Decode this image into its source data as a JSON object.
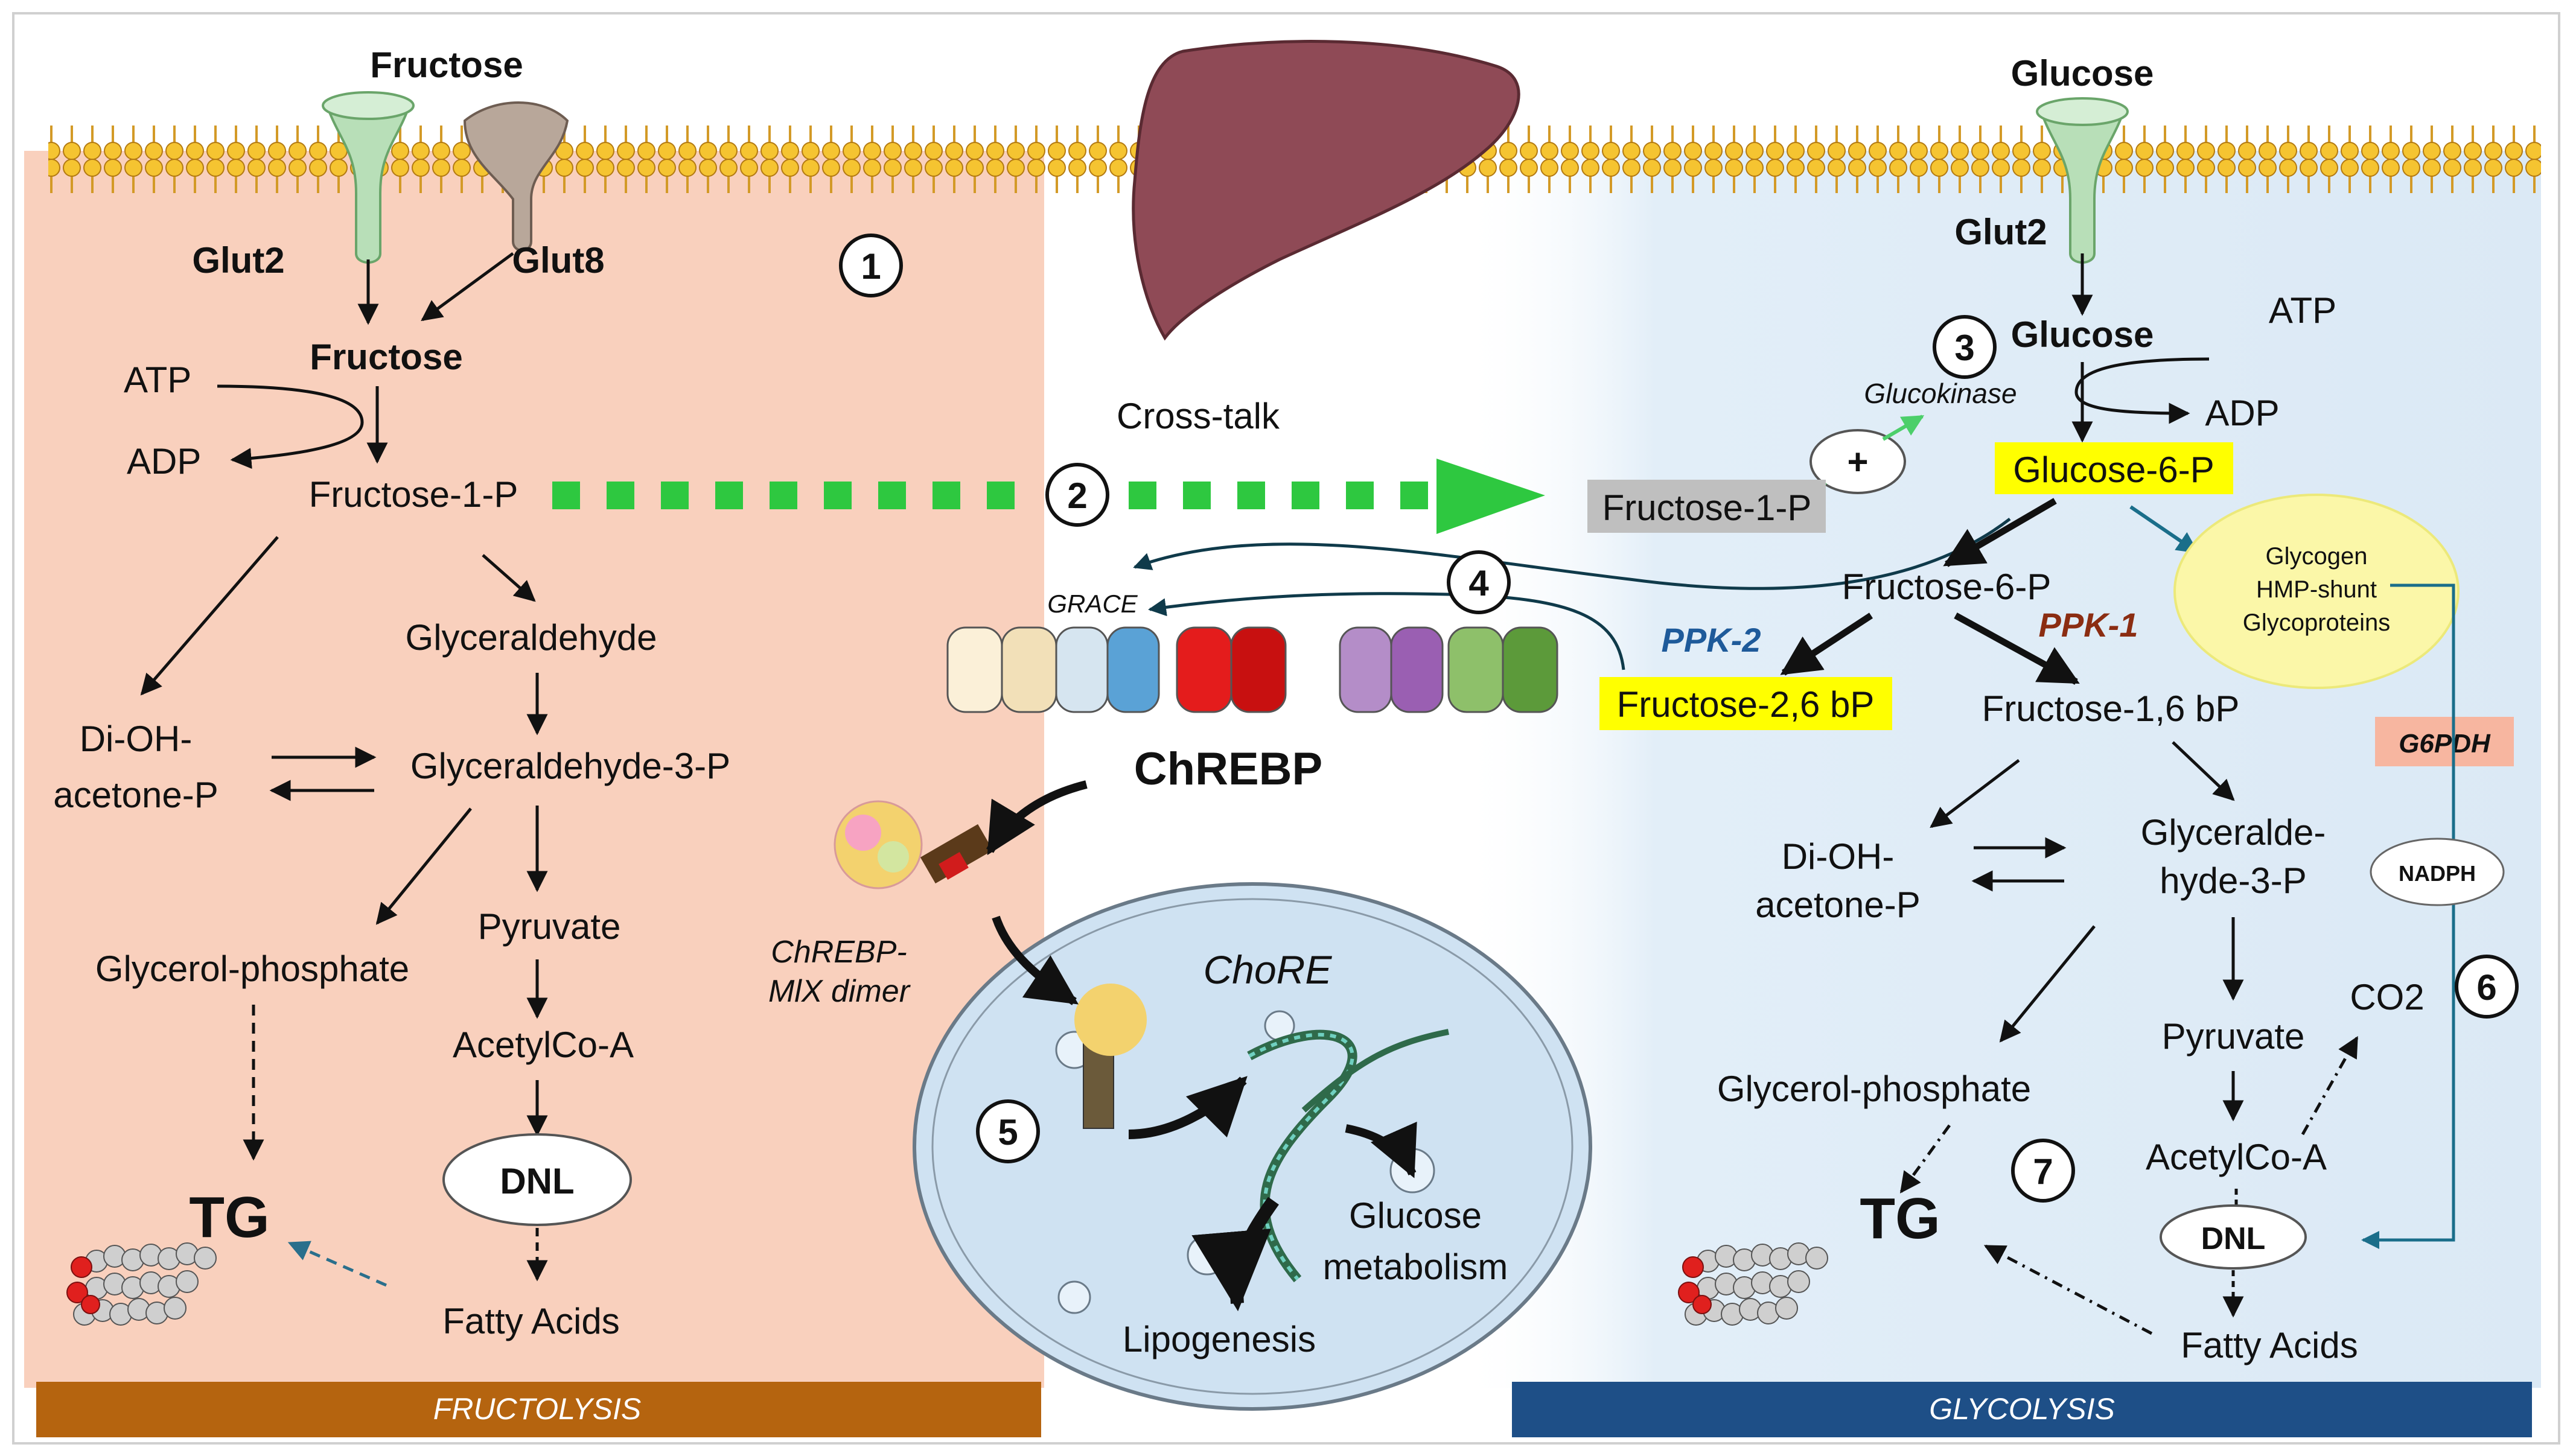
{
  "membrane": {
    "fructose": "Fructose",
    "glucose": "Glucose",
    "glut2_left": "Glut2",
    "glut8": "Glut8",
    "glut2_right": "Glut2"
  },
  "left": {
    "badge": "1",
    "fructose": "Fructose",
    "atp": "ATP",
    "adp": "ADP",
    "f1p": "Fructose-1-P",
    "glyceraldehyde": "Glyceraldehyde",
    "dhap1": "Di-OH-",
    "dhap2": "acetone-P",
    "g3p": "Glyceraldehyde-3-P",
    "pyruvate": "Pyruvate",
    "glycerol_p": "Glycerol-phosphate",
    "acetylcoa": "AcetylCo-A",
    "dnl": "DNL",
    "tg": "TG",
    "fatty_acids": "Fatty Acids",
    "footer": "FRUCTOLYSIS"
  },
  "center": {
    "crosstalk": "Cross-talk",
    "badge2": "2",
    "badge4": "4",
    "badge5": "5",
    "grace": "GRACE",
    "chrebp": "ChREBP",
    "dimer1": "ChREBP-",
    "dimer2": "MlX dimer",
    "chore": "ChoRE",
    "glucose_metab1": "Glucose",
    "glucose_metab2": "metabolism",
    "lipogenesis": "Lipogenesis"
  },
  "right": {
    "badge3": "3",
    "glucose": "Glucose",
    "atp": "ATP",
    "adp": "ADP",
    "glucokinase": "Glucokinase",
    "plus": "+",
    "g6p": "Glucose-6-P",
    "f1p": "Fructose-1-P",
    "f6p": "Fructose-6-P",
    "glycogen1": "Glycogen",
    "glycogen2": "HMP-shunt",
    "glycogen3": "Glycoproteins",
    "ppk2": "PPK-2",
    "ppk1": "PPK-1",
    "f26bp": "Fructose-2,6 bP",
    "f16bp": "Fructose-1,6 bP",
    "g6pdh": "G6PDH",
    "dhap1": "Di-OH-",
    "dhap2": "acetone-P",
    "gald1": "Glyceralde-",
    "gald2": "hyde-3-P",
    "nadph": "NADPH",
    "badge6": "6",
    "pyruvate": "Pyruvate",
    "co2": "CO2",
    "glycerol_p": "Glycerol-phosphate",
    "badge7": "7",
    "acetylcoa": "AcetylCo-A",
    "tg": "TG",
    "dnl": "DNL",
    "fatty_acids": "Fatty Acids",
    "footer": "GLYCOLYSIS"
  },
  "colors": {
    "left_panel": "#f9d0bd",
    "right_panel": "#deebf6",
    "footer_left": "#b5640f",
    "footer_right": "#1e4f87",
    "crosstalk_arrow": "#2ec840",
    "highlight_yellow": "#ffff00",
    "dark_teal": "#0f3a4a",
    "teal": "#1a6e8a",
    "ppk2": "#1e5a9a",
    "ppk1": "#8b2d12",
    "liver": "#8f4a56"
  }
}
